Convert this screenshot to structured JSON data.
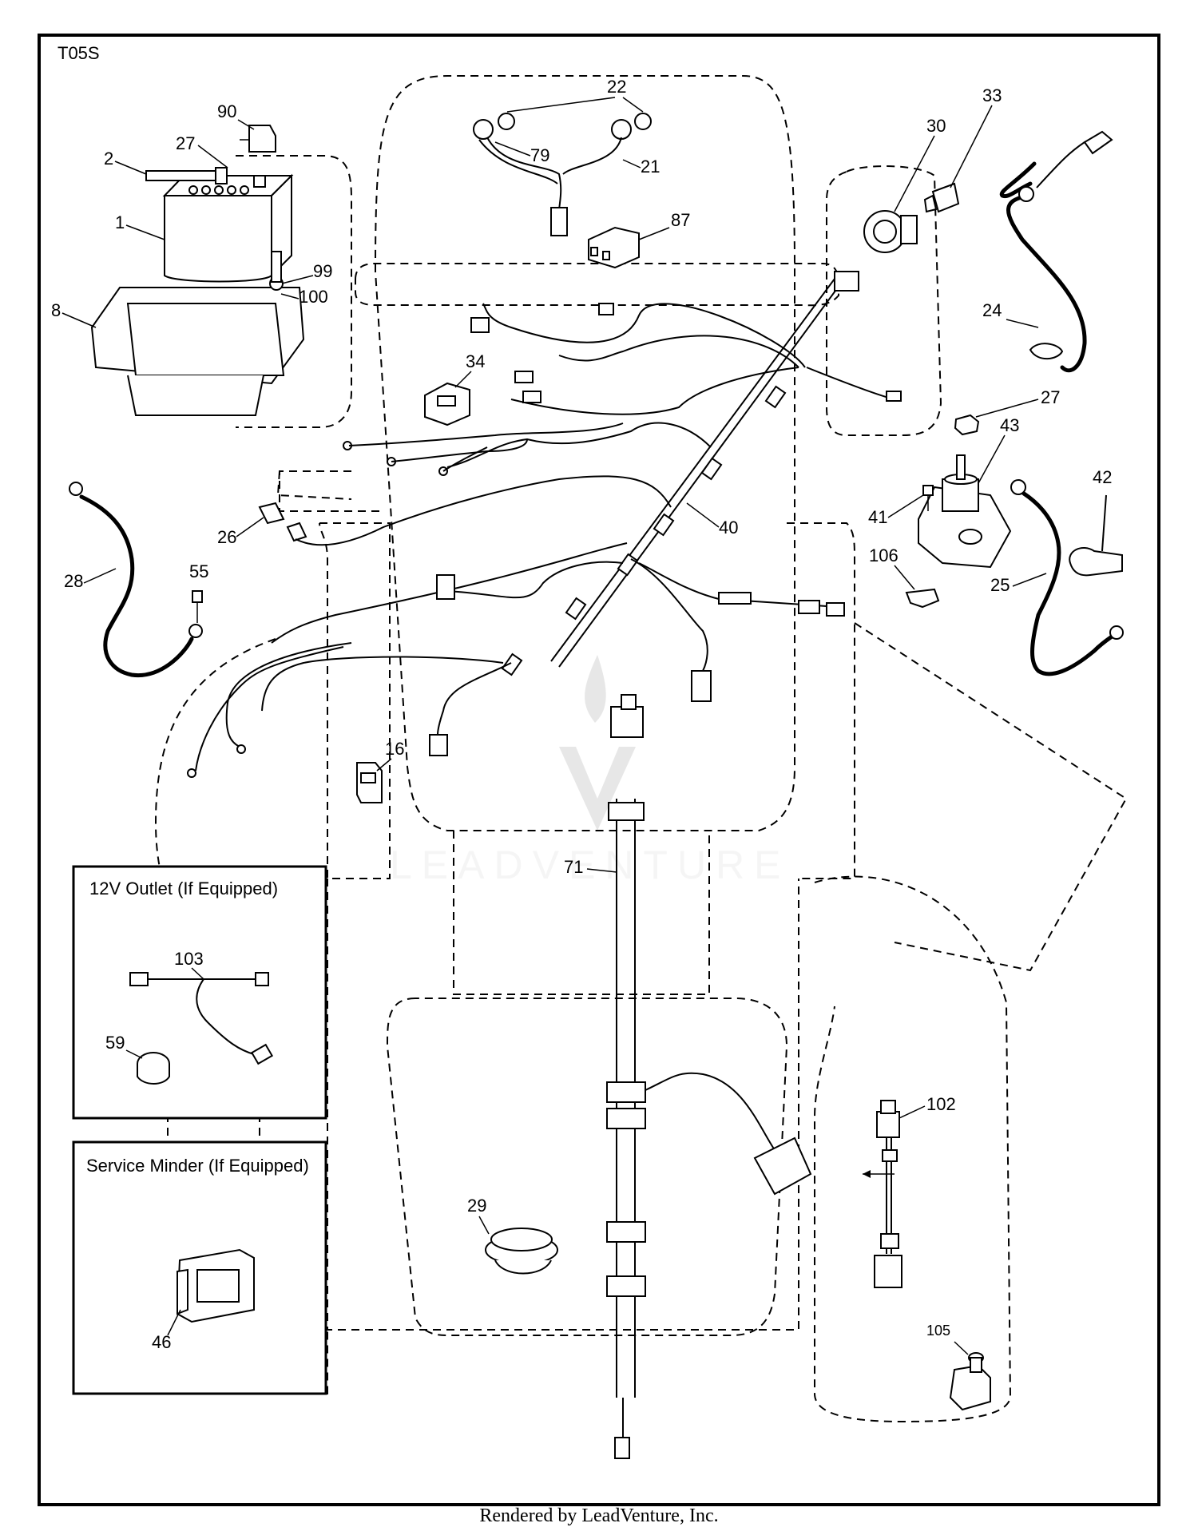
{
  "diagram_code": "T05S",
  "parts": {
    "p1": "1",
    "p2": "2",
    "p8": "8",
    "p16": "16",
    "p21": "21",
    "p22": "22",
    "p24": "24",
    "p25": "25",
    "p26": "26",
    "p27a": "27",
    "p27b": "27",
    "p28": "28",
    "p29": "29",
    "p30": "30",
    "p33": "33",
    "p34": "34",
    "p40": "40",
    "p41": "41",
    "p42": "42",
    "p43": "43",
    "p46": "46",
    "p55": "55",
    "p59": "59",
    "p71": "71",
    "p79": "79",
    "p87": "87",
    "p90": "90",
    "p99": "99",
    "p100": "100",
    "p102": "102",
    "p103": "103",
    "p105": "105",
    "p106": "106"
  },
  "inset_outlet": {
    "title": "12V Outlet (If Equipped)"
  },
  "inset_service": {
    "title": "Service Minder (If Equipped)"
  },
  "watermark": {
    "text": "LEADVENTURE"
  },
  "footer": {
    "text": "Rendered by LeadVenture, Inc."
  }
}
